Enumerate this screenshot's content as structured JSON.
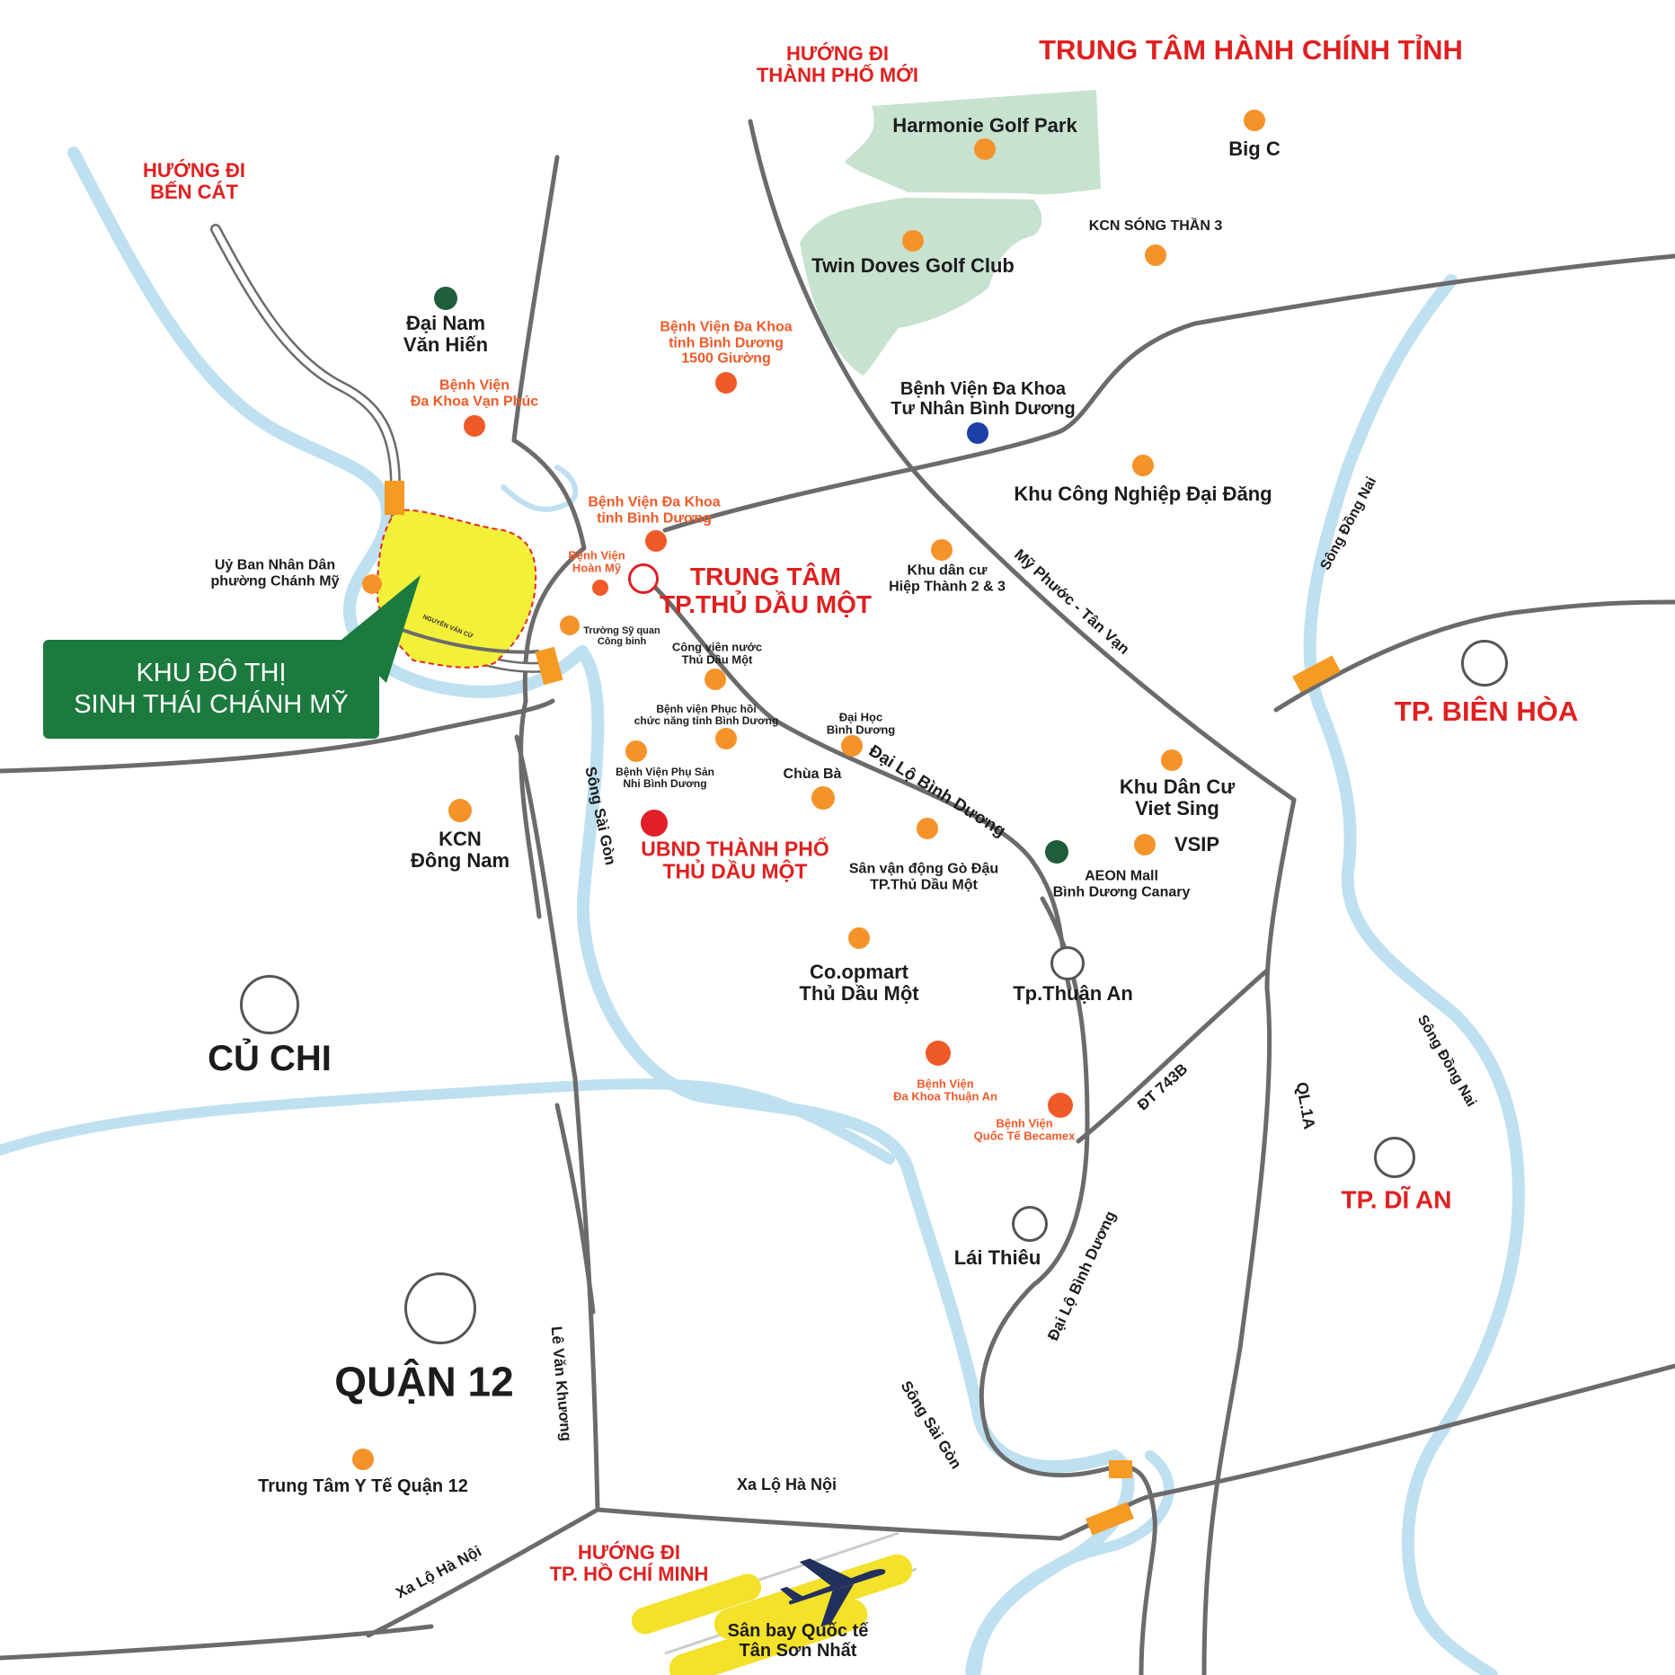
{
  "directions": {
    "city_new": "HƯỚNG ĐI\nTHÀNH PHỐ MỚI",
    "ben_cat": "HƯỚNG ĐI\nBẾN CÁT",
    "hcm": "HƯỚNG ĐI\nTP. HỒ CHÍ MINH"
  },
  "titles": {
    "admin_center": "TRUNG TÂM HÀNH CHÍNH TỈNH",
    "tdm_center": "TRUNG TÂM\nTP.THỦ DẦU MỘT",
    "bien_hoa": "TP. BIÊN HÒA",
    "di_an": "TP. DĨ AN",
    "cu_chi": "CỦ CHI",
    "quan12": "QUẬN 12",
    "ubnd": "UBND THÀNH PHỐ\nTHỦ DẦU MỘT"
  },
  "callout": {
    "line1": "KHU ĐÔ THỊ",
    "line2": "SINH THÁI CHÁNH MỸ"
  },
  "places": {
    "harmonie": "Harmonie Golf Park",
    "bigc": "Big C",
    "kcn_song_than": "KCN SÓNG THẦN 3",
    "twin_doves": "Twin Doves Golf Club",
    "dai_nam": "Đại Nam\nVăn Hiến",
    "bv_1500": "Bệnh Viện Đa Khoa\ntỉnh Bình Dương\n1500 Giường",
    "bv_van_phuc": "Bệnh Viện\nĐa Khoa Vạn Phúc",
    "bv_tu_nhan": "Bệnh Viện Đa Khoa\nTư Nhân Bình Dương",
    "kcn_dai_dang": "Khu Công Nghiệp Đại Đăng",
    "bv_tinh": "Bệnh Viện Đa Khoa\ntỉnh Bình Dương",
    "bv_hoan_my": "Bệnh Viện\nHoàn Mỹ",
    "uy_ban": "Uỷ Ban Nhân Dân\nphường Chánh Mỹ",
    "hiep_thanh": "Khu dân cư\nHiệp Thành 2 & 3",
    "truong_sy_quan": "Trường Sỹ quan\nCông binh",
    "cong_vien_nuoc": "Công viên nước\nThủ Dầu Một",
    "bv_phuc_hoi": "Bệnh viện Phục hồi\nchức năng tỉnh Bình Dương",
    "dh_binh_duong": "Đại Học\nBình Dương",
    "bv_phu_san": "Bệnh Viện Phụ Sản\nNhi Bình Dương",
    "chua_ba": "Chùa Bà",
    "kcn_dong_nam": "KCN\nĐông Nam",
    "san_van_dong": "Sân vận động Gò Đậu\nTP.Thủ Dầu Một",
    "khu_dan_cu_viet_sing": "Khu Dân Cư\nViet Sing",
    "vsip": "VSIP",
    "aeon": "AEON Mall\nBình Dương Canary",
    "coopmart": "Co.opmart\nThủ Dầu Một",
    "thuan_an": "Tp.Thuận An",
    "bv_thuan_an": "Bệnh Viện\nĐa Khoa Thuận An",
    "bv_becamex": "Bệnh Viện\nQuốc Tế Becamex",
    "lai_thieu": "Lái Thiêu",
    "ty_te_q12": "Trung Tâm Y Tế Quận 12",
    "san_bay": "Sân bay Quốc tế\nTân Sơn Nhất"
  },
  "roads": {
    "my_phuoc": "Mỹ Phước - Tân Vạn",
    "dai_lo_1": "Đại Lộ Bình Dương",
    "dai_lo_2": "Đại Lộ Bình Dương",
    "dt743b": "ĐT 743B",
    "ql1a": "QL.1A",
    "le_van_khuong": "Lê Văn Khương",
    "xa_lo_1": "Xa Lộ Hà Nội",
    "xa_lo_2": "Xa Lộ Hà Nội",
    "song_sai_gon_1": "Sông Sài Gòn",
    "song_sai_gon_2": "Sông Sài Gòn",
    "song_dong_nai_1": "Sông Đồng Nai",
    "song_dong_nai_2": "Sông Đồng Nai",
    "nguyen_van_cu": "NGUYỄN VĂN CỪ"
  },
  "colors": {
    "river": "#bfe0f0",
    "road": "#6b6b6b",
    "poi_orange": "#f5932a",
    "poi_red_orange": "#f05a28",
    "poi_green": "#1f5e3a",
    "poi_blue": "#1c3fa8",
    "ubnd_red": "#e01f26",
    "project_yellow": "#f3f03a",
    "golf_green": "#c7e2cf",
    "callout_green": "#1c7a3e",
    "bridge": "#f59a22"
  },
  "icons": {
    "airport": "airplane-icon",
    "poi": "location-dot-icon",
    "city": "city-ring-icon",
    "bridge": "bridge-icon"
  }
}
